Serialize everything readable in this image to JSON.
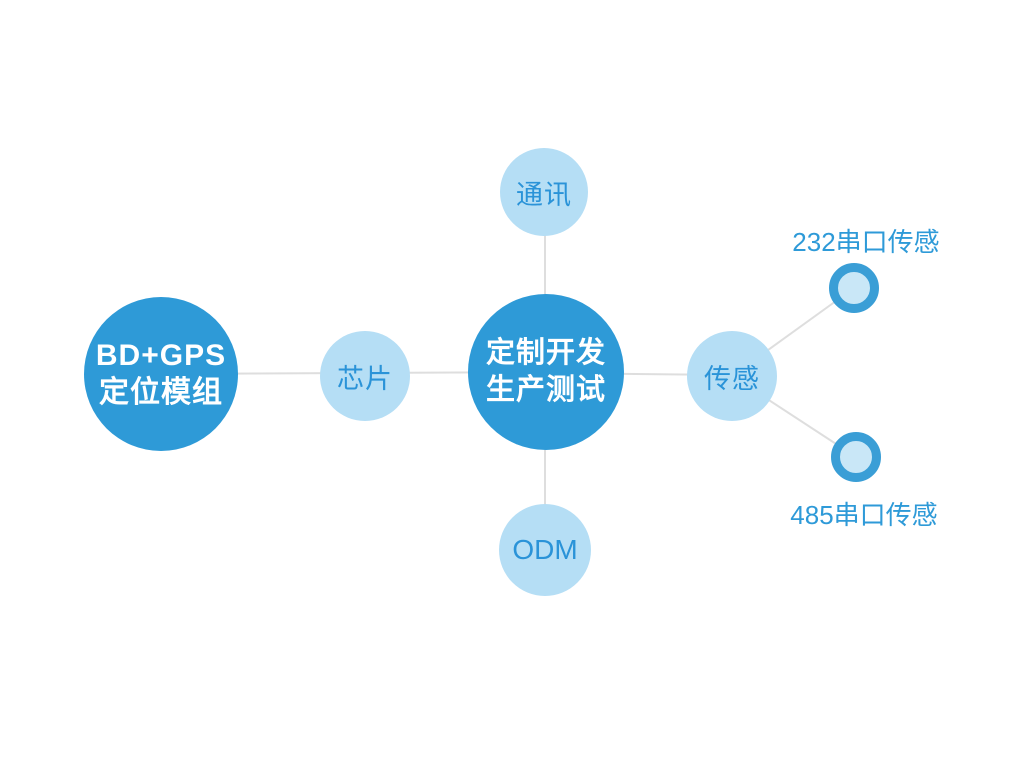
{
  "diagram": {
    "left_node": {
      "line1": "BD+GPS",
      "line2": "定位模组"
    },
    "center_node": {
      "line1": "定制开发",
      "line2": "生产测试"
    },
    "nodes": {
      "communication": {
        "label": "通讯"
      },
      "chip": {
        "label": "芯片"
      },
      "odm": {
        "label": "ODM"
      },
      "sensor": {
        "label": "传感"
      }
    },
    "sensor_outputs": {
      "serial232": {
        "label": "232串口传感"
      },
      "serial485": {
        "label": "485串口传感"
      }
    },
    "colors": {
      "primary_circle": "#2e9ad7",
      "primary_circle_text": "#ffffff",
      "light_circle": "#b5def5",
      "light_circle_text": "#2a93d8",
      "output_label_text": "#2e9ad8",
      "ring_stroke": "#3a9ed6",
      "ring_fill": "#c9e7f7",
      "connector_line": "#dedede",
      "background": "#ffffff"
    }
  }
}
